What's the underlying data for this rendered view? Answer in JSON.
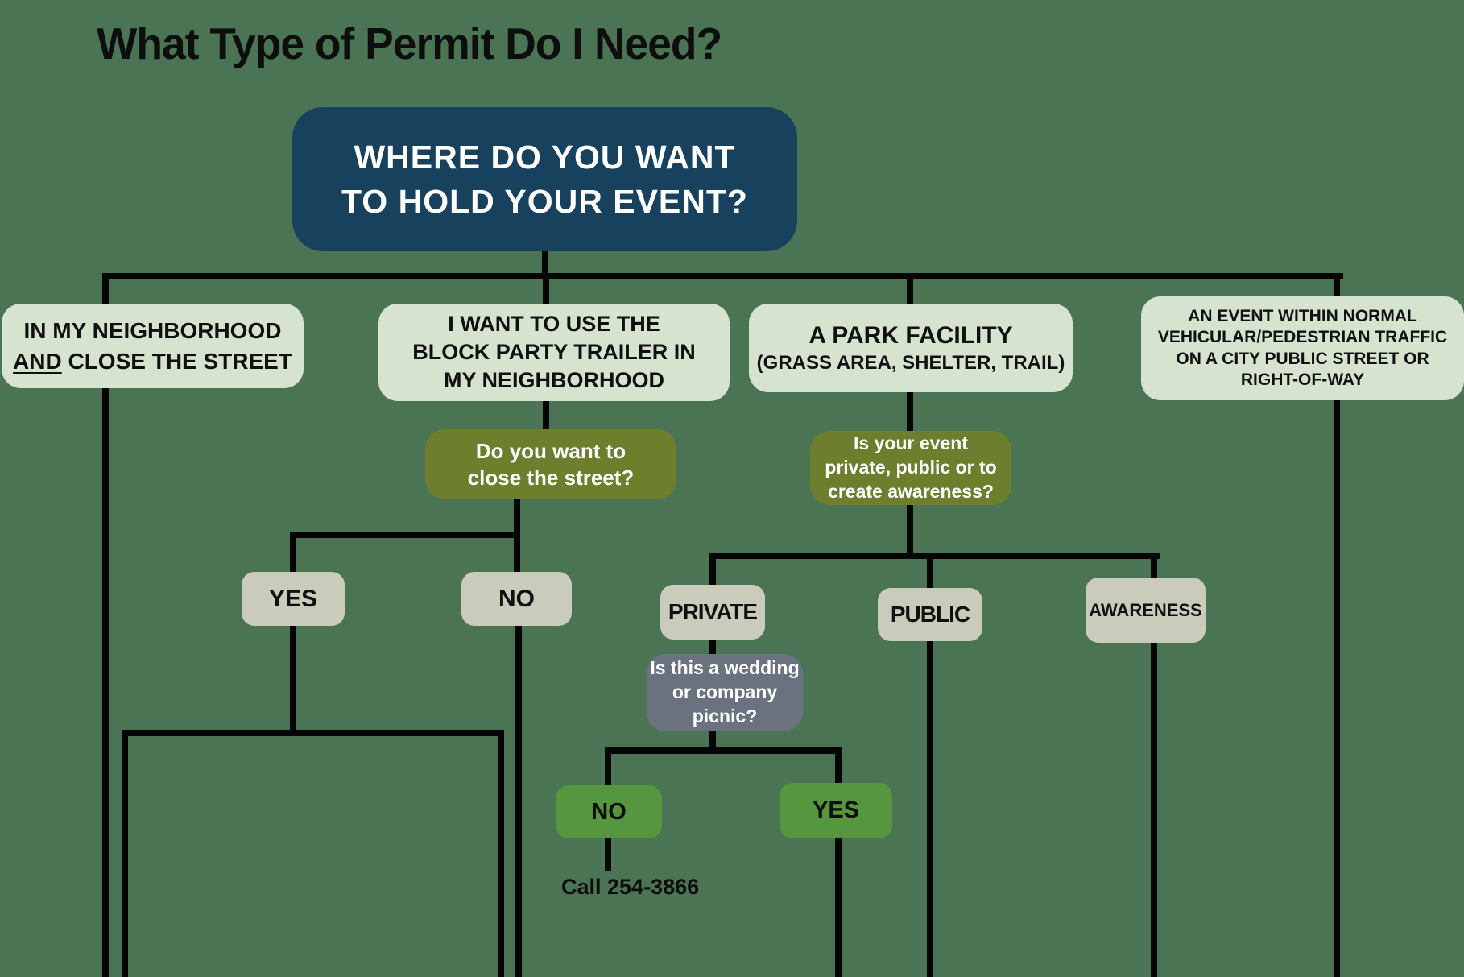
{
  "title": "What Type of Permit Do I Need?",
  "root": {
    "line1": "WHERE DO YOU WANT",
    "line2": "TO HOLD YOUR EVENT?"
  },
  "branches": {
    "neighborhood": {
      "line1": "IN MY NEIGHBORHOOD",
      "and_word": "AND",
      "line2_rest": " CLOSE THE STREET"
    },
    "block_party": {
      "line1": "I WANT TO USE THE",
      "line2": "BLOCK PARTY TRAILER IN",
      "line3": "MY NEIGHBORHOOD"
    },
    "park": {
      "line1": "A PARK FACILITY",
      "line2": "(GRASS AREA, SHELTER, TRAIL)"
    },
    "street_event": {
      "line1": "AN EVENT WITHIN NORMAL",
      "line2": "VEHICULAR/PEDESTRIAN TRAFFIC",
      "line3": "ON A CITY PUBLIC STREET OR",
      "line4": "RIGHT-OF-WAY"
    }
  },
  "questions": {
    "close_street": {
      "line1": "Do you want to",
      "line2": "close the street?"
    },
    "event_type": {
      "line1": "Is your event",
      "line2": "private, public or to",
      "line3": "create awareness?"
    },
    "wedding": {
      "line1": "Is this a wedding",
      "line2": "or company",
      "line3": "picnic?"
    }
  },
  "answers": {
    "street_yes": "YES",
    "street_no": "NO",
    "private": "PRIVATE",
    "public": "PUBLIC",
    "awareness": "AWARENESS",
    "wedding_no": "NO",
    "wedding_yes": "YES"
  },
  "outcome": {
    "call": "Call 254-3866"
  },
  "colors": {
    "background": "#4a7453",
    "root_box": "#17415c",
    "branch_box": "#d6e3cf",
    "question_box": "#6d7e2c",
    "answer_box": "#cbcbbc",
    "wedding_box": "#6a7280",
    "yes_no_box": "#55963e",
    "connector": "#060606"
  }
}
